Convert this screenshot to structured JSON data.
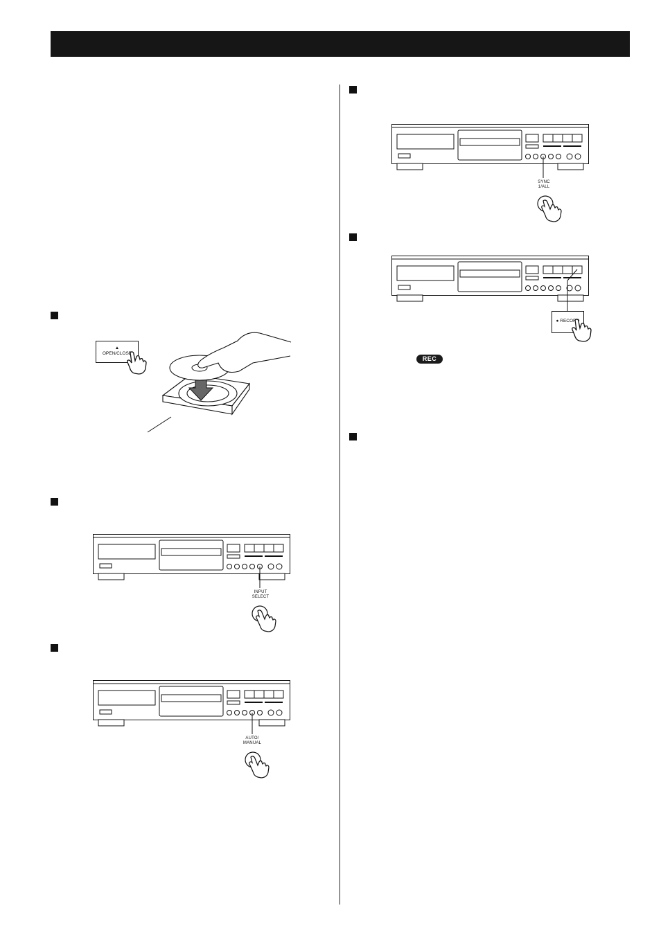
{
  "labels": {
    "open_close_symbol": "▲",
    "open_close": "OPEN/CLOSE",
    "input_select_1": "INPUT",
    "input_select_2": "SELECT",
    "auto_manual_1": "AUTO/",
    "auto_manual_2": "MANUAL",
    "sync_all_1": "SYNC",
    "sync_all_2": "1/ALL",
    "record": "● RECORD",
    "rec_indicator": "REC"
  },
  "colors": {
    "header_bar": "#161616",
    "ink": "#111111"
  }
}
